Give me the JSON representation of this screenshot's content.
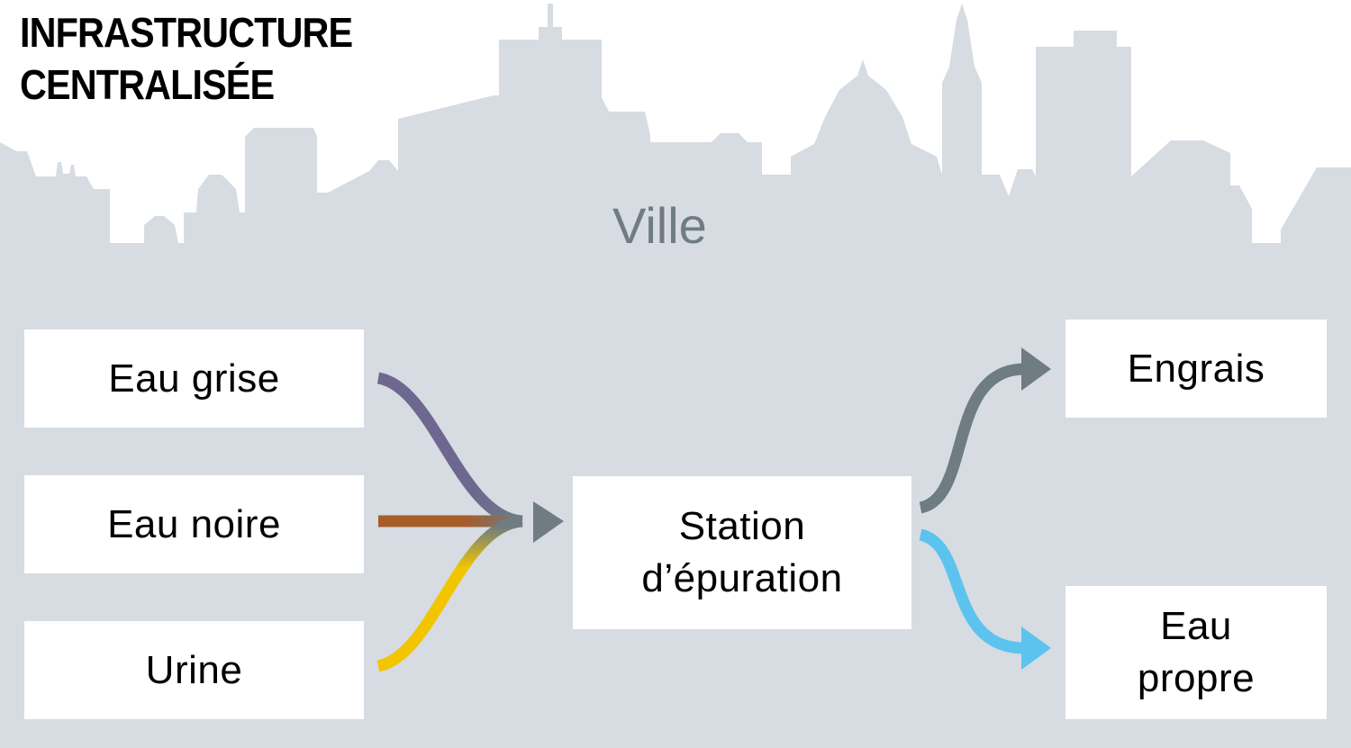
{
  "title": {
    "line1": "INFRASTRUCTURE",
    "line2": "CENTRALISÉE"
  },
  "city_label": "Ville",
  "sources": {
    "grey_water": "Eau grise",
    "black_water": "Eau noire",
    "urine": "Urine"
  },
  "plant": {
    "line1": "Station",
    "line2": "d’épuration"
  },
  "outputs": {
    "fertilizer": "Engrais",
    "clean_water_line1": "Eau",
    "clean_water_line2": "propre"
  },
  "colors": {
    "background": "#d6dce1",
    "skyline": "#d6dce1",
    "box": "#ffffff",
    "grey_water_flow": "#6e6790",
    "black_water_flow": "#a85c2a",
    "urine_flow": "#f2c500",
    "merged_flow": "#6f7c82",
    "fertilizer_flow": "#6f7c82",
    "clean_water_flow": "#5bc3ee",
    "city_label": "#6f7c82"
  }
}
